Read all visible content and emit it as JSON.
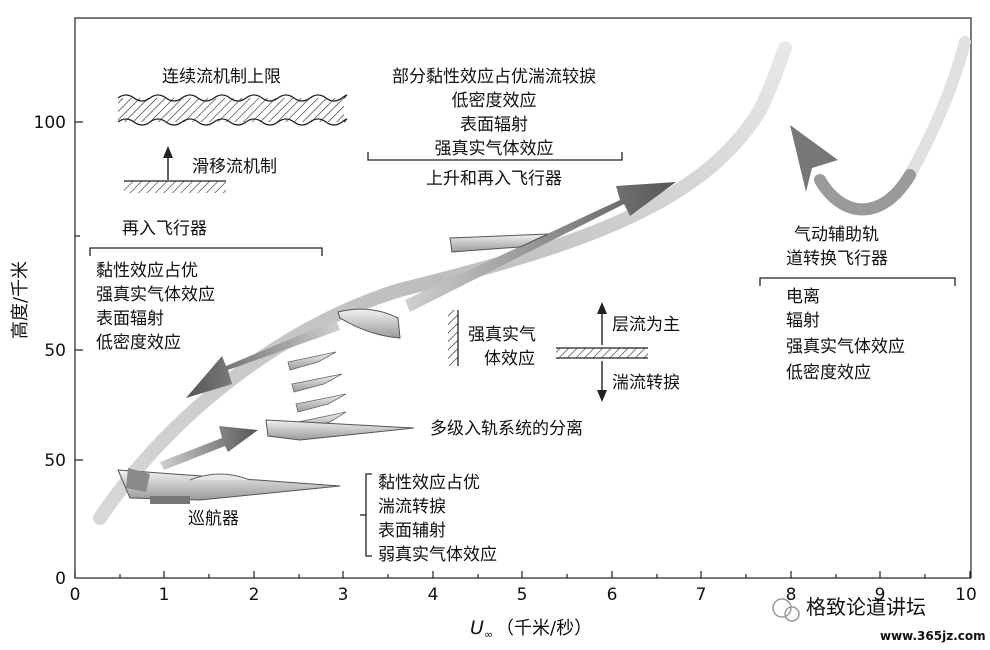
{
  "axes": {
    "x_label_main": "U",
    "x_label_sub": "∞",
    "x_label_unit": "（千米/秒）",
    "y_label": "高度/千米",
    "x_ticks": [
      "0",
      "1",
      "2",
      "3",
      "4",
      "5",
      "6",
      "7",
      "8",
      "9",
      "10"
    ],
    "y_ticks": [
      "0",
      "50",
      "50",
      "100"
    ]
  },
  "labels": {
    "continuum_limit": "连续流机制上限",
    "slip_flow": "滑移流机制",
    "reentry_vehicle": "再入飞行器",
    "reentry_effects": [
      "黏性效应占优",
      "强真实气体效应",
      "表面辐射",
      "低密度效应"
    ],
    "top_effects": [
      "部分黏性效应占优湍流较捩",
      "低密度效应",
      "表面辐射",
      "强真实气体效应"
    ],
    "ascent_reentry": "上升和再入飞行器",
    "strong_gas_1": "强真实气",
    "strong_gas_2": "体效应",
    "laminar": "层流为主",
    "turbulent": "湍流转捩",
    "multistage": "多级入轨系统的分离",
    "cruiser": "巡航器",
    "cruiser_effects": [
      "黏性效应占优",
      "湍流转捩",
      "表面辅射",
      "弱真实气体效应"
    ],
    "aero_assist_1": "气动辅助轨",
    "aero_assist_2": "道转换飞行器",
    "aero_effects": [
      "电离",
      "辐射",
      "强真实气体效应",
      "低密度效应"
    ]
  },
  "watermark": {
    "name": "格致论道讲坛",
    "url": "www.365jz.com"
  }
}
